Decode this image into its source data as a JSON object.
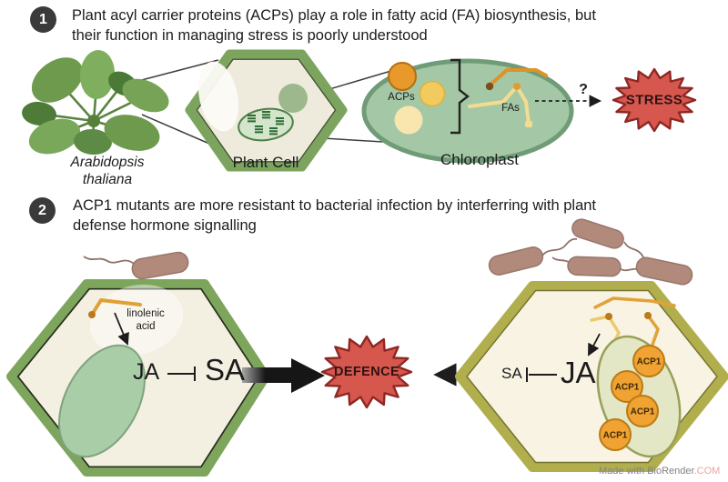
{
  "section1": {
    "badge": "1",
    "heading_lines": [
      "Plant acyl carrier proteins (ACPs) play a role in fatty acid (FA) biosynthesis, but",
      "their function in managing stress is poorly understood"
    ],
    "plant_label_lines": [
      "Arabidopsis",
      "thaliana"
    ],
    "cell_label": "Plant Cell",
    "chloroplast_label": "Chloroplast",
    "acps_label": "ACPs",
    "fas_label": "FAs",
    "question_mark": "?",
    "stress_label": "STRESS"
  },
  "section2": {
    "badge": "2",
    "heading_lines": [
      "ACP1 mutants are more resistant to bacterial infection by interferring with plant",
      "defense hormone signalling"
    ],
    "wild_cell": {
      "linolenic_lines": [
        "linolenic",
        "acid"
      ],
      "ja_label": "JA",
      "sa_label": "SA"
    },
    "defence_label": "DEFENCE",
    "mutant_cell": {
      "sa_label": "SA",
      "ja_label": "JA",
      "acp1_labels": [
        "ACP1",
        "ACP1",
        "ACP1",
        "ACP1"
      ]
    }
  },
  "watermark": {
    "prefix": "Made with BioRender",
    "suffix": ".COM"
  },
  "colors": {
    "plant_green": "#6e9a4e",
    "cell_border_green": "#7ca45f",
    "wild_hex_green": "#7ea55c",
    "mutant_hex_olive": "#b1af4d",
    "chloroplast_green": "#a4c7a6",
    "acp_orange": "#e8992c",
    "acp_yellow": "#f2cb5e",
    "acp_pale": "#f9e6ae",
    "fatty_acid_orange": "#e2a239",
    "burst_red": "#d5574e",
    "burst_border": "#8f2723",
    "bacteria_brown": "#b28a7c",
    "arrow_black": "#161616"
  }
}
